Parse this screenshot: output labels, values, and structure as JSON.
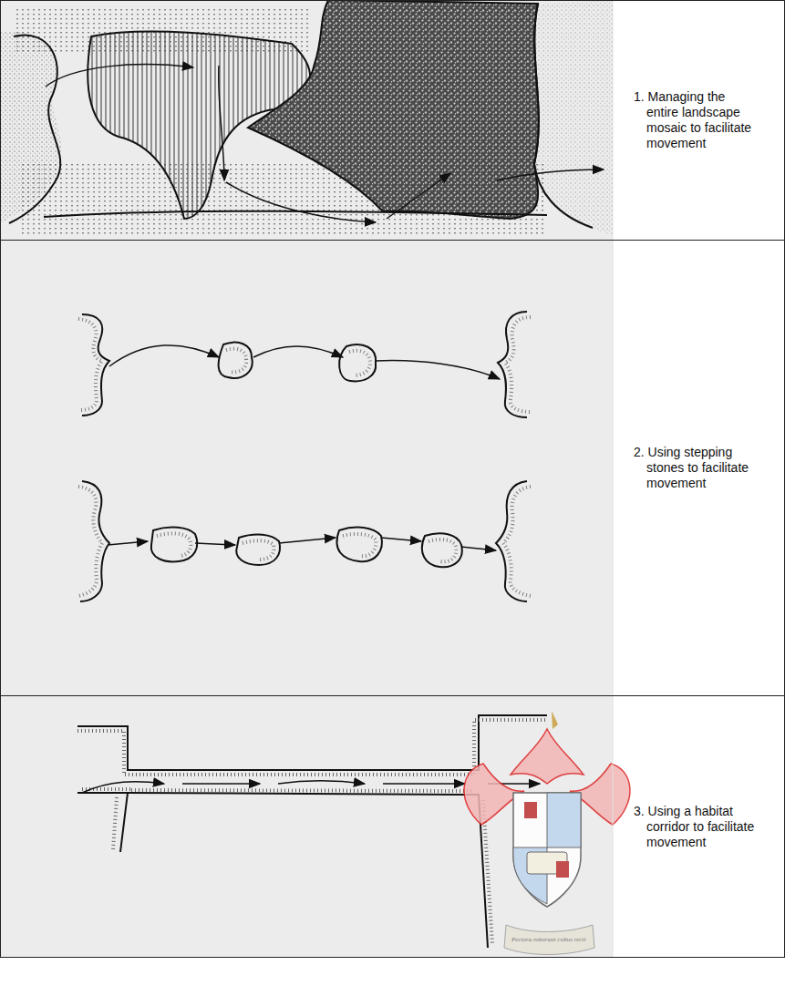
{
  "diagram": {
    "nodes": [
      {
        "text": [
          "1. Managing the entire landscape mosaic to facilitate movement"
        ]
      },
      {
        "text": [
          "2. Using stepping stones to facilitate movement"
        ]
      },
      {
        "text": [
          "3. Using a habitat corridor to facilitate movement"
        ]
      }
    ],
    "labels": [
      "Pectora roborant cultus recti"
    ]
  }
}
